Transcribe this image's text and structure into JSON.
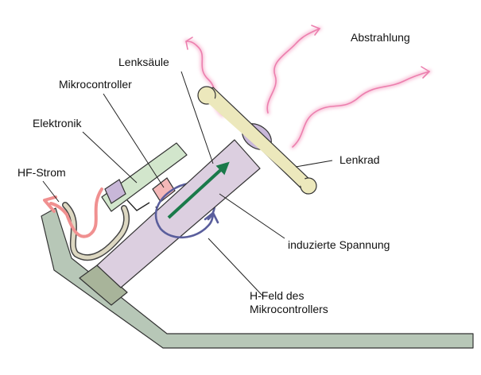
{
  "labels": {
    "abstrahlung": "Abstrahlung",
    "lenksaeule": "Lenksäule",
    "mikrocontroller": "Mikrocontroller",
    "elektronik": "Elektronik",
    "hf_strom": "HF-Strom",
    "lenkrad": "Lenkrad",
    "induzierte_spannung": "induzierte Spannung",
    "h_feld_line1": "H-Feld des",
    "h_feld_line2": "Mikrocontrollers"
  },
  "colors": {
    "radiation": "#f08ab4",
    "column": "#dccfe0",
    "wheel": "#ece8bc",
    "hub": "#c8b7d8",
    "board": "#d2e6cc",
    "chip": "#f4b8b8",
    "dashboard": "#b7c7b7",
    "clamp": "#a8b49a",
    "field": "#5a5e9c",
    "voltage_arrow": "#1a7a4a",
    "hf_red": "#f09090",
    "hf_cable": "#ddd8c2"
  }
}
